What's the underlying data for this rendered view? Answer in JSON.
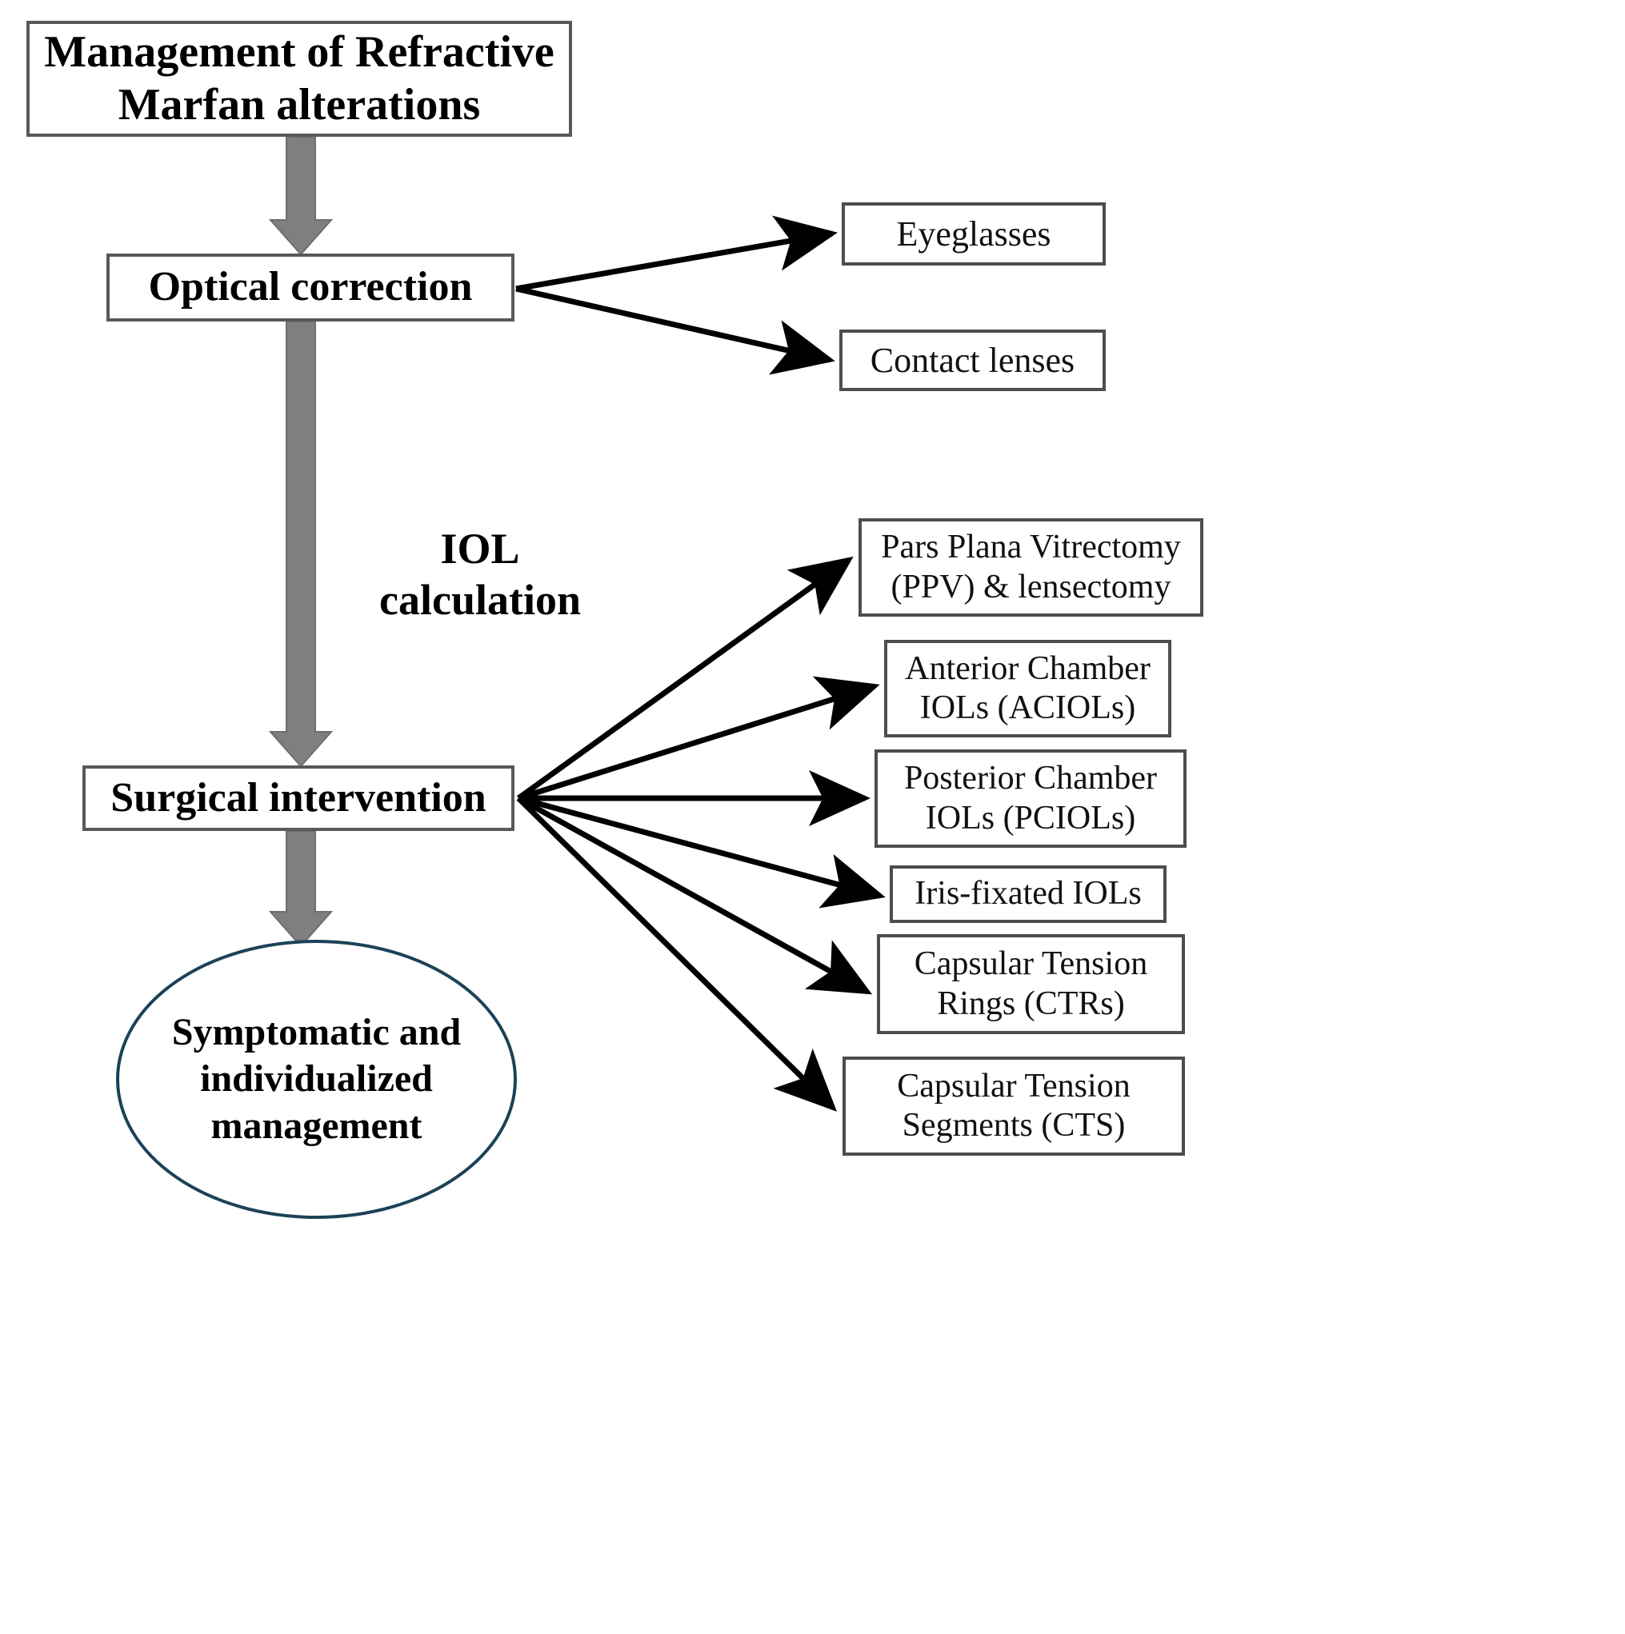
{
  "diagram": {
    "title": "Management of Refractive Marfan alterations flowchart",
    "colors": {
      "spine_arrow": "#7f7f7f",
      "box_border": "#595959",
      "leaf_border": "#4d4d4d",
      "ellipse_border": "#1b4257",
      "connector": "#000000",
      "background": "#ffffff"
    },
    "nodes": {
      "root": {
        "label": "Management of Refractive\nMarfan alterations",
        "shape": "rectangle"
      },
      "optical": {
        "label": "Optical correction",
        "shape": "rectangle"
      },
      "surgical": {
        "label": "Surgical intervention",
        "shape": "rectangle"
      },
      "terminal": {
        "label": "Symptomatic and\nindividualized\nmanagement",
        "shape": "ellipse"
      }
    },
    "annotations": {
      "iol": "IOL\ncalculation"
    },
    "optical_options": [
      {
        "label": "Eyeglasses"
      },
      {
        "label": "Contact lenses"
      }
    ],
    "surgical_options": [
      {
        "label": "Pars Plana Vitrectomy\n(PPV) & lensectomy"
      },
      {
        "label": "Anterior Chamber\nIOLs (ACIOLs)"
      },
      {
        "label": "Posterior Chamber\nIOLs (PCIOLs)"
      },
      {
        "label": "Iris-fixated IOLs"
      },
      {
        "label": "Capsular Tension\nRings (CTRs)"
      },
      {
        "label": "Capsular Tension\nSegments (CTS)"
      }
    ],
    "edges": [
      {
        "from": "root",
        "to": "optical",
        "style": "thick-gray-arrow"
      },
      {
        "from": "optical",
        "to": "surgical",
        "style": "thick-gray-arrow",
        "label": "IOL calculation"
      },
      {
        "from": "surgical",
        "to": "terminal",
        "style": "thick-gray-arrow"
      },
      {
        "from": "optical",
        "to": "Eyeglasses",
        "style": "thin-black-arrow"
      },
      {
        "from": "optical",
        "to": "Contact lenses",
        "style": "thin-black-arrow"
      },
      {
        "from": "surgical",
        "to": "Pars Plana Vitrectomy (PPV) & lensectomy",
        "style": "thin-black-arrow"
      },
      {
        "from": "surgical",
        "to": "Anterior Chamber IOLs (ACIOLs)",
        "style": "thin-black-arrow"
      },
      {
        "from": "surgical",
        "to": "Posterior Chamber IOLs (PCIOLs)",
        "style": "thin-black-arrow"
      },
      {
        "from": "surgical",
        "to": "Iris-fixated IOLs",
        "style": "thin-black-arrow"
      },
      {
        "from": "surgical",
        "to": "Capsular Tension Rings (CTRs)",
        "style": "thin-black-arrow"
      },
      {
        "from": "surgical",
        "to": "Capsular Tension Segments (CTS)",
        "style": "thin-black-arrow"
      }
    ]
  }
}
